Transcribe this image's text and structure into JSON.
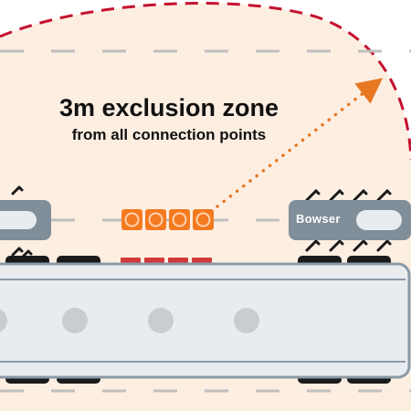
{
  "heading": {
    "title": "3m exclusion zone",
    "subtitle": "from all connection points"
  },
  "bowser": {
    "label": "Bowser"
  },
  "colors": {
    "background_zone": "#fdeee2",
    "boundary_dashes": "#c4112f",
    "arrow_dots": "#e87722",
    "connection_points": "#f47a20",
    "tanker_body": "#e9ecef",
    "tanker_outline": "#8a9aa6",
    "bowser_body": "#7f8e99",
    "tyres": "#1a1a1a",
    "road_markings": "#bfbfbf"
  },
  "icons": {
    "connection_point": "connection-point-icon",
    "hose_clamp": "hose-clamp-icon"
  }
}
